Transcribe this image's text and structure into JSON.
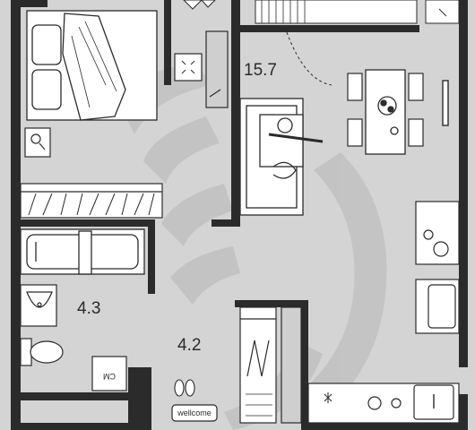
{
  "plan": {
    "background": "#d4d4d4",
    "wall_color": "#2b2b2b",
    "rooms": [
      {
        "id": "living-room",
        "area": "15.7"
      },
      {
        "id": "bathroom",
        "area": "4.3"
      },
      {
        "id": "hallway",
        "area": "4.2"
      }
    ],
    "labels": {
      "washer": "CM",
      "doormat": "wellcome"
    },
    "icons": [
      "bed-icon",
      "nightstand-icon",
      "tv-icon",
      "sofa-icon",
      "dining-table-icon",
      "chair-icon",
      "bathtub-icon",
      "sink-icon",
      "toilet-icon",
      "washing-machine-icon",
      "wardrobe-icon",
      "shoe-rack-icon",
      "slippers-icon",
      "stove-icon",
      "kitchen-sink-icon",
      "refrigerator-icon",
      "watermark-logo-icon"
    ]
  }
}
